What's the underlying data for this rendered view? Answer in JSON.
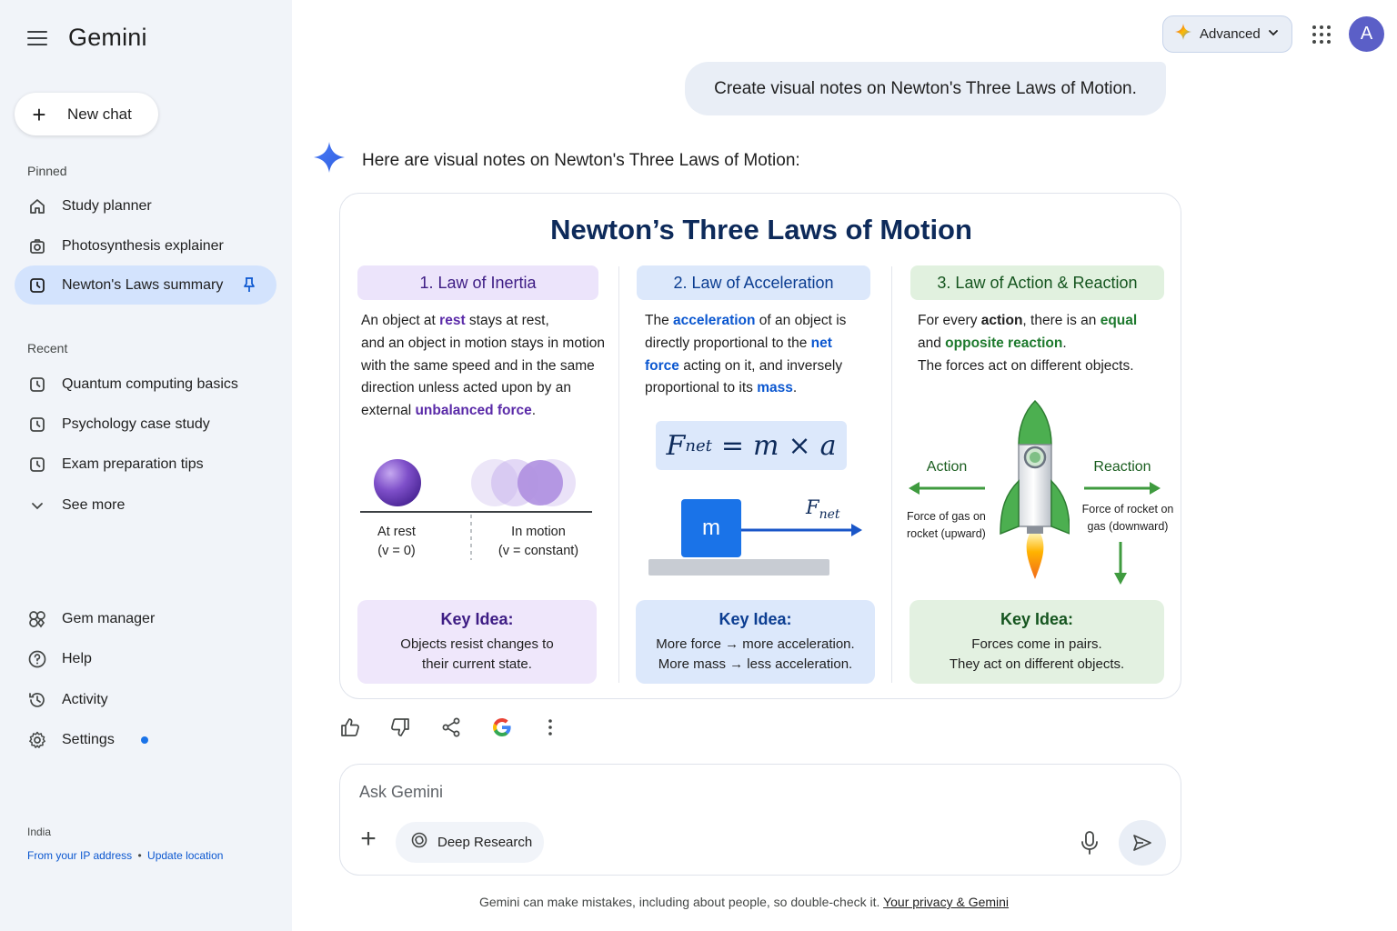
{
  "sidebar": {
    "brand": "Gemini",
    "new_chat": "New chat",
    "pinned_label": "Pinned",
    "pinned": [
      {
        "label": "Study planner",
        "icon": "home-icon"
      },
      {
        "label": "Photosynthesis explainer",
        "icon": "camera-icon"
      },
      {
        "label": "Newton's Laws summary",
        "icon": "chat-icon",
        "active": true
      }
    ],
    "recent_label": "Recent",
    "recent": [
      {
        "label": "Quantum computing basics"
      },
      {
        "label": "Psychology case study"
      },
      {
        "label": "Exam preparation tips"
      }
    ],
    "see_more": "See more",
    "bottom": [
      {
        "label": "Gem manager",
        "icon": "gem-icon"
      },
      {
        "label": "Help",
        "icon": "help-icon"
      },
      {
        "label": "Activity",
        "icon": "history-icon"
      },
      {
        "label": "Settings",
        "icon": "gear-icon"
      }
    ],
    "location": {
      "country": "India",
      "source": "From your IP address",
      "separator": "•",
      "update": "Update location"
    }
  },
  "header": {
    "plan_label": "Advanced",
    "avatar_letter": "A"
  },
  "chat": {
    "user_prompt": "Create visual notes on Newton's Three Laws of Motion.",
    "reply_intro": "Here are visual notes on Newton's Three Laws of Motion:",
    "notes": {
      "title": "Newton’s Three Laws of Motion",
      "laws": [
        {
          "heading": "1. Law of Inertia",
          "lines": [
            [
              "An object at ",
              {
                "t": "rest",
                "c": "#5a2aa8"
              },
              " stays at rest,"
            ],
            [
              "and an object in motion stays in motion"
            ],
            [
              "with the same speed and in the same"
            ],
            [
              "direction unless acted upon by an"
            ],
            [
              "external ",
              {
                "t": "unbalanced force",
                "c": "#5a2aa8"
              },
              "."
            ]
          ],
          "diagram": {
            "rest_label": "At rest",
            "rest_value": "(v = 0)",
            "motion_label": "In motion",
            "motion_value": "(v = constant)"
          },
          "key_title": "Key Idea:",
          "key_lines": [
            "Objects resist changes to",
            "their current state."
          ]
        },
        {
          "heading": "2. Law of Acceleration",
          "lines": [
            [
              "The ",
              {
                "t": "acceleration",
                "c": "#0b57d0"
              },
              " of an object is"
            ],
            [
              "directly proportional to the ",
              {
                "t": "net",
                "c": "#0b57d0"
              }
            ],
            [
              {
                "t": "force",
                "c": "#0b57d0"
              },
              " acting on it, and inversely"
            ],
            [
              "proportional to its ",
              {
                "t": "mass",
                "c": "#0b57d0"
              },
              "."
            ]
          ],
          "formula": {
            "lhs": "F",
            "lhs_sub": "net",
            "eq": "=",
            "m": "m",
            "times": "×",
            "a": "a"
          },
          "diagram": {
            "mass_label": "m",
            "force_label": "F",
            "force_sub": "net"
          },
          "key_title": "Key Idea:",
          "key_lines": [
            "More force → more acceleration.",
            "More mass → less acceleration."
          ]
        },
        {
          "heading": "3. Law of Action & Reaction",
          "lines": [
            [
              "For every ",
              {
                "t": "action",
                "c": "#1f1f1f"
              },
              ", there is an ",
              {
                "t": "equal",
                "c": "#1e7a2e"
              }
            ],
            [
              "and ",
              {
                "t": "opposite reaction",
                "c": "#1e7a2e"
              },
              "."
            ],
            [
              "The forces act on different objects."
            ]
          ],
          "diagram": {
            "action_label": "Action",
            "action_desc": [
              "Force of gas on",
              "rocket (upward)"
            ],
            "reaction_label": "Reaction",
            "reaction_desc": [
              "Force of rocket on",
              "gas (downward)"
            ]
          },
          "key_title": "Key Idea:",
          "key_lines": [
            "Forces come in pairs.",
            "They act on different objects."
          ]
        }
      ]
    },
    "actions": [
      "thumbs-up-icon",
      "thumbs-down-icon",
      "share-icon",
      "google-icon",
      "more-vertical-icon"
    ]
  },
  "composer": {
    "placeholder": "Ask Gemini",
    "deep_research": "Deep Research"
  },
  "footer": {
    "disclaimer": "Gemini can make mistakes, including about people, so double-check it.",
    "privacy_link": "Your privacy & Gemini"
  },
  "colors": {
    "sidebar_bg": "#f1f4f9",
    "active_item": "#d3e3fd",
    "accent_blue": "#1a73e8",
    "law1_purple": "#5a2aa8",
    "law2_blue": "#0b57d0",
    "law3_green": "#1e7a2e"
  }
}
